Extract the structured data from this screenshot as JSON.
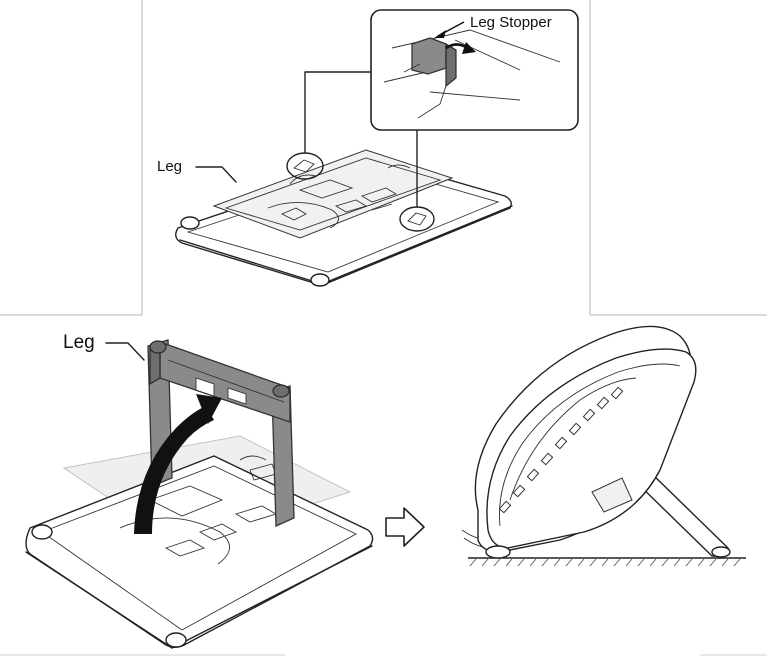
{
  "labels": {
    "leg_stopper": "Leg Stopper",
    "leg_top": "Leg",
    "leg_bottom": "Leg"
  },
  "icons": {
    "step_arrow": "hollow-right-arrow-icon",
    "rotate_arrow": "curved-arrow-icon"
  },
  "colors": {
    "line": "#222222",
    "leg_fill": "#8a8a8a",
    "arrow_fill": "#111111",
    "background": "#ffffff"
  }
}
